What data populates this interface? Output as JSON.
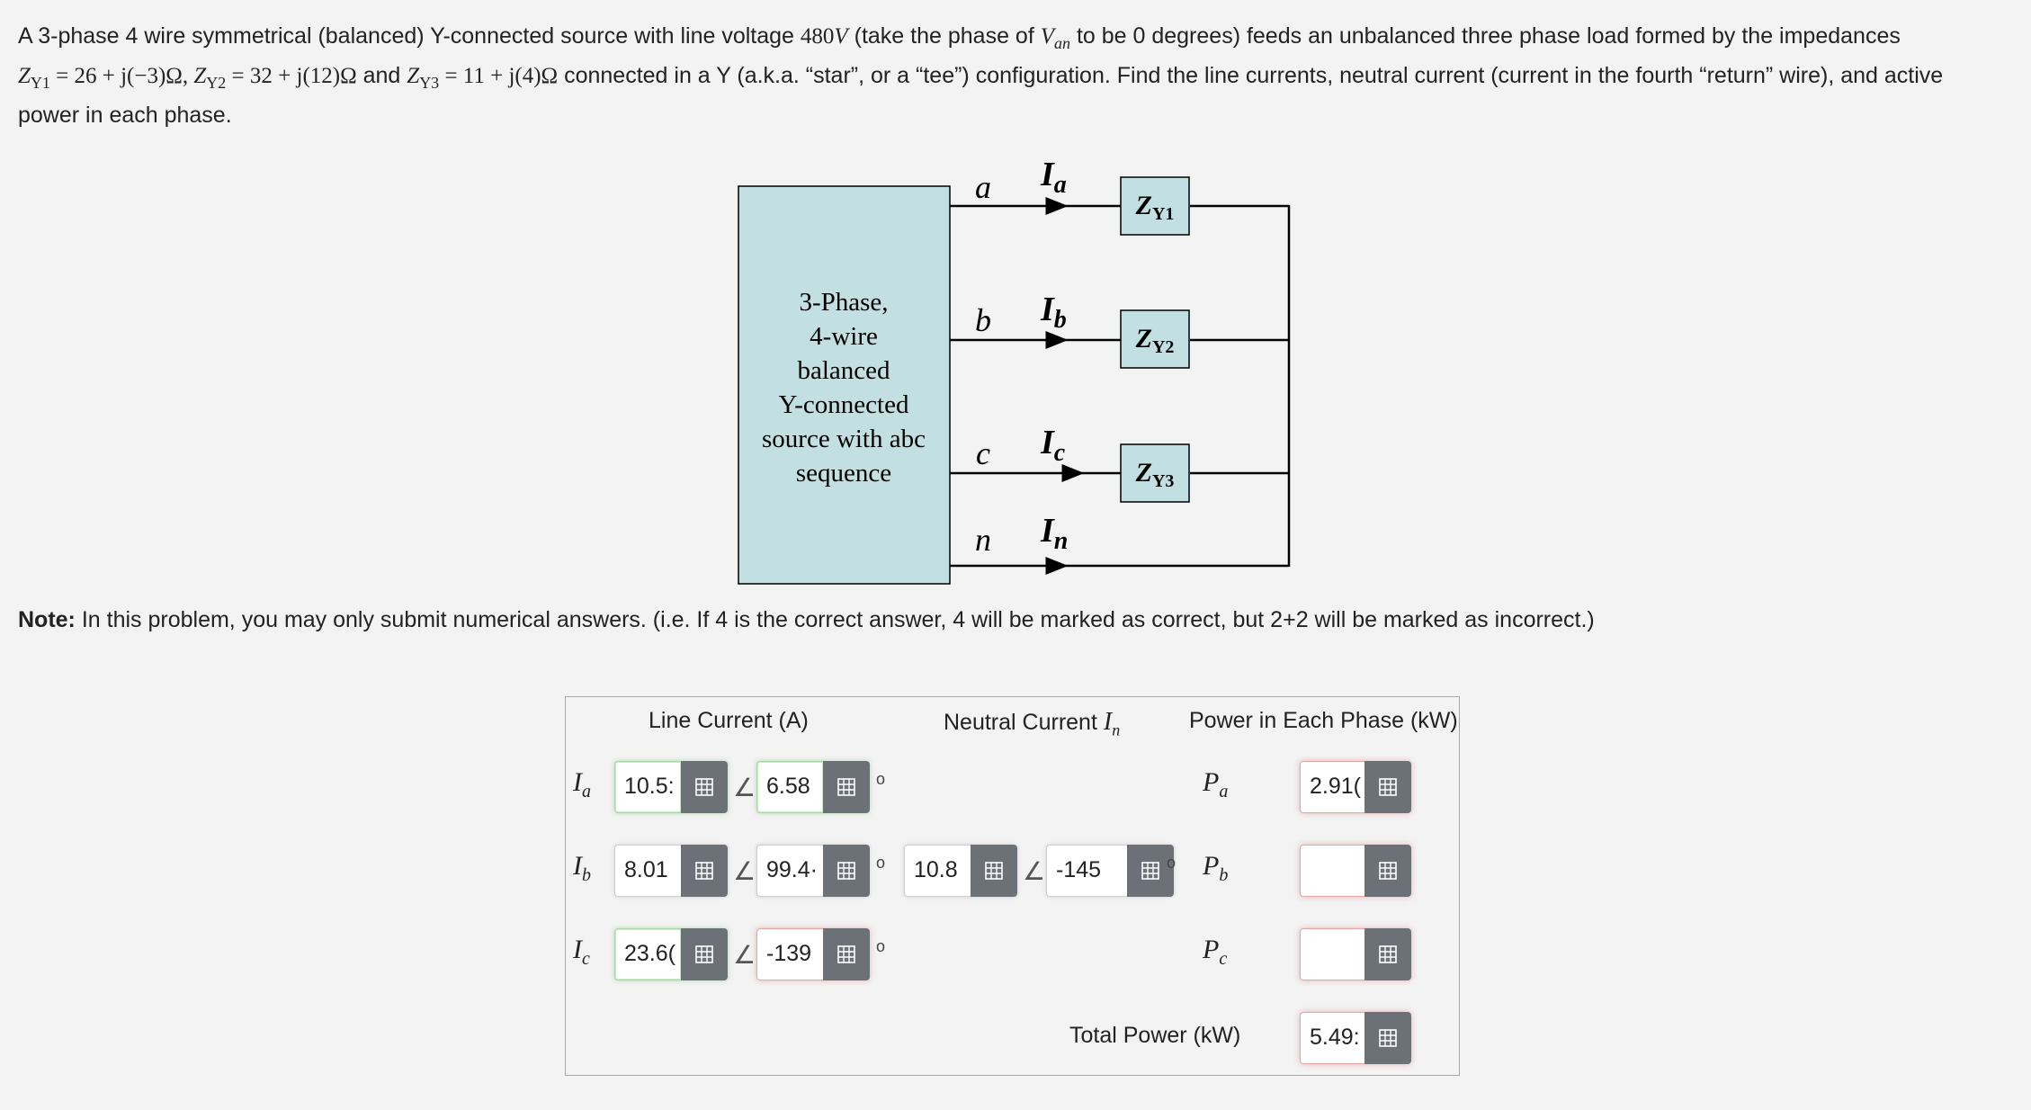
{
  "problem": {
    "part1": "A 3-phase 4 wire symmetrical (balanced) Y-connected source with line voltage ",
    "voltage": "480",
    "voltage_unit": "V",
    "part2": " (take the phase of ",
    "van_main": "V",
    "van_sub": "an",
    "part3": " to be 0 degrees) feeds an unbalanced three phase load formed by the impedances",
    "z1_main": "Z",
    "z1_sub": "Y1",
    "z1_expr": " = 26 + j(−3)Ω, ",
    "z2_main": "Z",
    "z2_sub": "Y2",
    "z2_expr": " = 32 + j(12)Ω",
    "and": " and ",
    "z3_main": "Z",
    "z3_sub": "Y3",
    "z3_expr": " = 11 + j(4)Ω",
    "part4": " connected in a Y (a.k.a. “star”, or a “tee”) configuration. Find the line currents, neutral current (current in the fourth “return” wire), and active power in each phase."
  },
  "circuit": {
    "source_lines": [
      "3-Phase,",
      "4-wire",
      "balanced",
      "Y-connected",
      "source with abc",
      "sequence"
    ],
    "nodes": [
      "a",
      "b",
      "c",
      "n"
    ],
    "currents": [
      {
        "main": "I",
        "sub": "a"
      },
      {
        "main": "I",
        "sub": "b"
      },
      {
        "main": "I",
        "sub": "c"
      },
      {
        "main": "I",
        "sub": "n"
      }
    ],
    "loads": [
      {
        "main": "Z",
        "sub": "Y1"
      },
      {
        "main": "Z",
        "sub": "Y2"
      },
      {
        "main": "Z",
        "sub": "Y3"
      }
    ],
    "fill_color": "#c2e0e2"
  },
  "note": {
    "bold": "Note:",
    "text": " In this problem, you may only submit numerical answers. (i.e. If 4 is the correct answer, 4 will be marked as correct, but 2+2 will be marked as incorrect.)"
  },
  "answers": {
    "header_line_current": "Line Current (A)",
    "header_neutral": "Neutral Current ",
    "header_neutral_sym_main": "I",
    "header_neutral_sym_sub": "n",
    "header_power": "Power in Each Phase (kW)",
    "rows": [
      {
        "main": "I",
        "sub": "a",
        "mag": "10.5:",
        "ang": "6.58"
      },
      {
        "main": "I",
        "sub": "b",
        "mag": "8.01",
        "ang": "99.4·"
      },
      {
        "main": "I",
        "sub": "c",
        "mag": "23.6(",
        "ang": "-139"
      }
    ],
    "neutral": {
      "mag": "10.8",
      "ang": "-145"
    },
    "powers": [
      {
        "main": "P",
        "sub": "a",
        "value": "2.91("
      },
      {
        "main": "P",
        "sub": "b",
        "value": ""
      },
      {
        "main": "P",
        "sub": "c",
        "value": ""
      }
    ],
    "angle_symbol": "∠",
    "degree_symbol": "o",
    "total_label": "Total Power (kW)",
    "total_value": "5.49:"
  },
  "icons": [
    "calculator-grid-icon"
  ],
  "colors": {
    "button": "#6b7177",
    "correct": "#a9d8a9",
    "incorrect": "#e4a6a6"
  }
}
